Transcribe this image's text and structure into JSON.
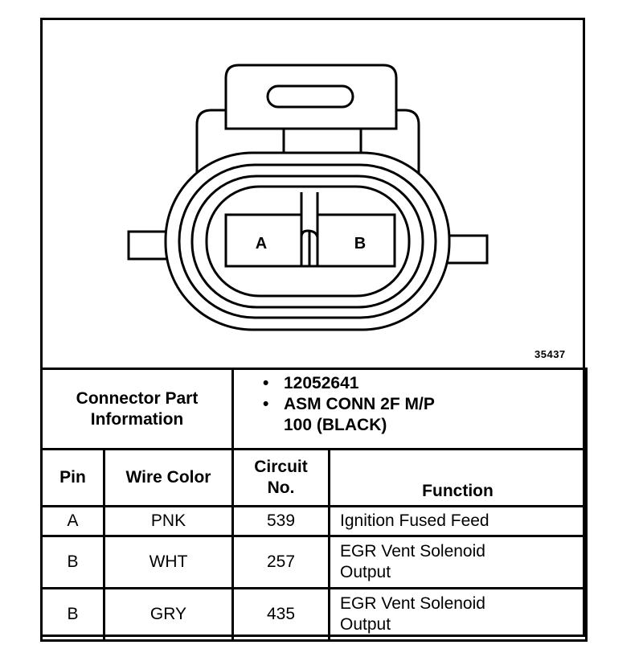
{
  "figure": {
    "figure_number": "35437",
    "pin_labels": {
      "a": "A",
      "b": "B"
    }
  },
  "connector_part": {
    "label_line1": "Connector Part",
    "label_line2": "Information",
    "part_number": "12052641",
    "description_line1": "ASM CONN 2F M/P",
    "description_line2": "100 (BLACK)",
    "bullet": "•"
  },
  "table": {
    "headers": {
      "pin": "Pin",
      "wire_color": "Wire Color",
      "circuit_line1": "Circuit",
      "circuit_line2": "No.",
      "function": "Function"
    },
    "rows": [
      {
        "pin": "A",
        "wire_color": "PNK",
        "circuit": "539",
        "function_line1": "Ignition Fused Feed",
        "function_line2": ""
      },
      {
        "pin": "B",
        "wire_color": "WHT",
        "circuit": "257",
        "function_line1": "EGR Vent Solenoid",
        "function_line2": "Output"
      },
      {
        "pin": "B",
        "wire_color": "GRY",
        "circuit": "435",
        "function_line1": "EGR Vent Solenoid",
        "function_line2": "Output"
      }
    ]
  }
}
